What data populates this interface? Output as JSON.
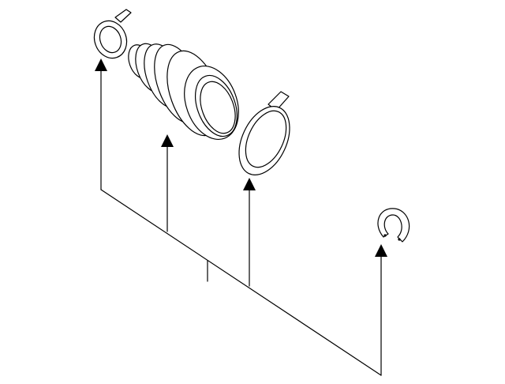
{
  "diagram": {
    "parts": [
      {
        "id": "small-clamp",
        "icon": "hose-clamp-icon"
      },
      {
        "id": "cv-boot",
        "icon": "cv-boot-icon"
      },
      {
        "id": "large-clamp",
        "icon": "hose-clamp-icon"
      },
      {
        "id": "snap-ring",
        "icon": "snap-ring-icon"
      }
    ],
    "colors": {
      "line": "#000000",
      "background": "#ffffff"
    }
  }
}
